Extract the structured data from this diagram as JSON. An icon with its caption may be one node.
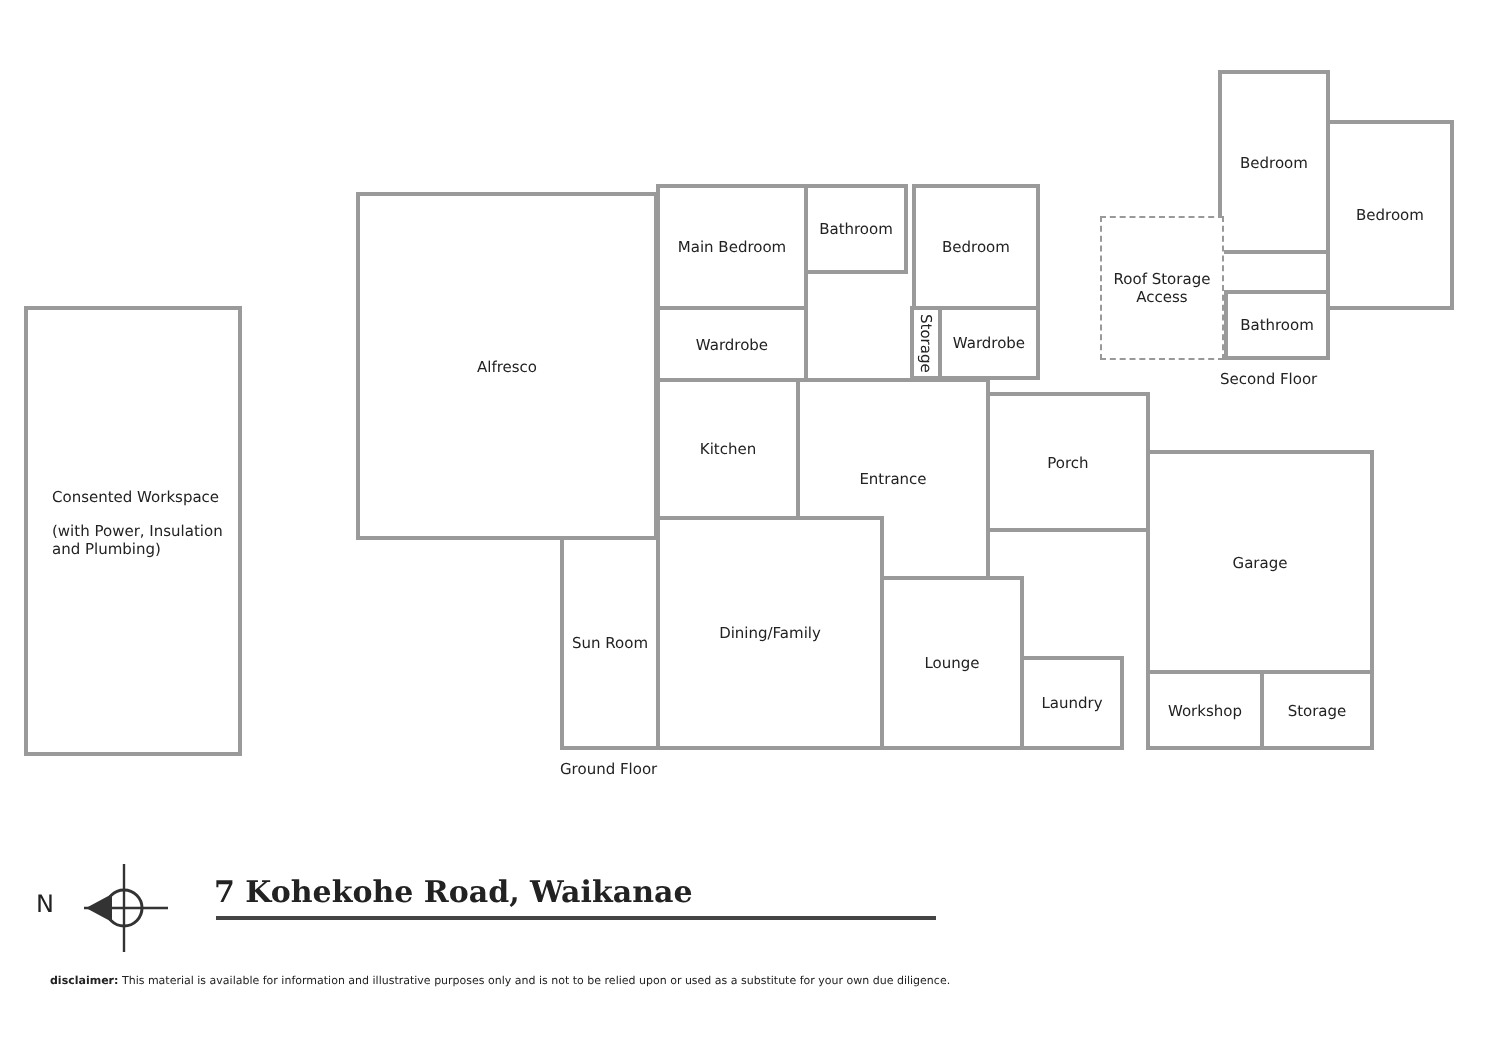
{
  "diagram": {
    "title": "7 Kohekohe Road, Waikanae",
    "nodes": [
      {
        "text": [
          "Bedroom"
        ]
      },
      {
        "text": [
          "Bedroom"
        ]
      },
      {
        "text": [
          "Roof Storage Access"
        ]
      },
      {
        "text": [
          "Bathroom"
        ]
      },
      {
        "text": [
          "Main Bedroom"
        ]
      },
      {
        "text": [
          "Bathroom"
        ]
      },
      {
        "text": [
          "Bedroom"
        ]
      },
      {
        "text": [
          "Wardrobe"
        ]
      },
      {
        "text": [
          "Storage"
        ]
      },
      {
        "text": [
          "Wardrobe"
        ]
      },
      {
        "text": [
          "Alfresco"
        ]
      },
      {
        "text": [
          "Kitchen"
        ]
      },
      {
        "text": [
          "Entrance"
        ]
      },
      {
        "text": [
          "Porch"
        ]
      },
      {
        "text": [
          "Garage"
        ]
      },
      {
        "text": [
          "Consented Workspace",
          "(with Power, Insulation and Plumbing)"
        ]
      },
      {
        "text": [
          "Sun Room"
        ]
      },
      {
        "text": [
          "Dining/Family"
        ]
      },
      {
        "text": [
          "Lounge"
        ]
      },
      {
        "text": [
          "Laundry"
        ]
      },
      {
        "text": [
          "Workshop"
        ]
      },
      {
        "text": [
          "Storage"
        ]
      }
    ],
    "edges": [],
    "labels": [
      "Second Floor",
      "Ground Floor",
      "N",
      "**disclaimer:** This material is available for information and illustrative purposes only and is not to be relied upon or used as a substitute for your own due diligence."
    ]
  }
}
